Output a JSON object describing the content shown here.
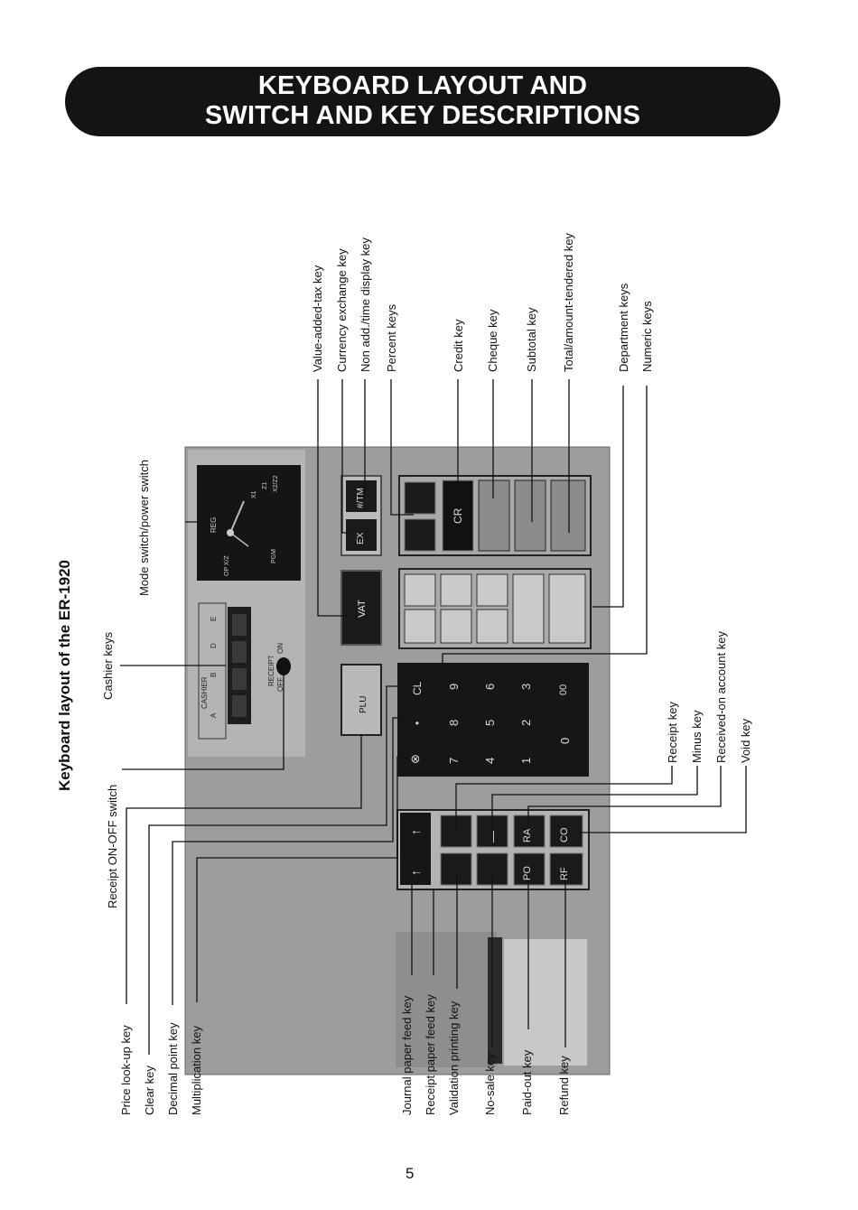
{
  "header": {
    "line1": "KEYBOARD LAYOUT AND",
    "line2": "SWITCH AND KEY DESCRIPTIONS"
  },
  "section_title": "Keyboard layout of the ER-1920",
  "labels": {
    "cashier_keys": "Cashier keys",
    "mode_switch": "Mode switch/power switch",
    "receipt_onoff": "Receipt ON-OFF switch",
    "price_lookup": "Price look-up key",
    "clear": "Clear key",
    "decimal_point": "Decimal point key",
    "multiplication": "Multiplication key",
    "vat": "Value-added-tax key",
    "currency_exchange": "Currency exchange key",
    "non_add": "Non add./time display key",
    "percent": "Percent keys",
    "credit": "Credit key",
    "cheque": "Cheque key",
    "subtotal": "Subtotal key",
    "total": "Total/amount-tendered key",
    "department": "Department keys",
    "numeric": "Numeric keys",
    "receipt": "Receipt key",
    "minus": "Minus key",
    "received_on_account": "Received-on account key",
    "void": "Void key",
    "journal_feed": "Journal paper feed key",
    "receipt_feed": "Receipt paper feed key",
    "validation": "Validation printing key",
    "no_sale": "No-sale key",
    "paid_out": "Paid-out key",
    "refund": "Refund key"
  },
  "keys": {
    "plu": "PLU",
    "vat": "VAT",
    "ex": "EX",
    "tm": "#/TM",
    "cr": "CR",
    "cl": "CL",
    "dot": "•",
    "mult": "⊗",
    "n7": "7",
    "n8": "8",
    "n9": "9",
    "n4": "4",
    "n5": "5",
    "n6": "6",
    "n1": "1",
    "n2": "2",
    "n3": "3",
    "n0": "0",
    "n00": "00",
    "po": "PO",
    "ra": "RA",
    "rf": "RF",
    "vd": "CO",
    "minus_sym": "—",
    "arrow": "↑"
  },
  "panel": {
    "cashier": "CASHIER",
    "cashier_letters": [
      "A",
      "B",
      "D",
      "E"
    ],
    "receipt": "RECEIPT",
    "off": "OFF",
    "on": "ON",
    "modes": [
      "REG",
      "OP X/Z",
      "X1",
      "Z1",
      "X2/Z2",
      "PGM"
    ]
  },
  "page_number": "5"
}
